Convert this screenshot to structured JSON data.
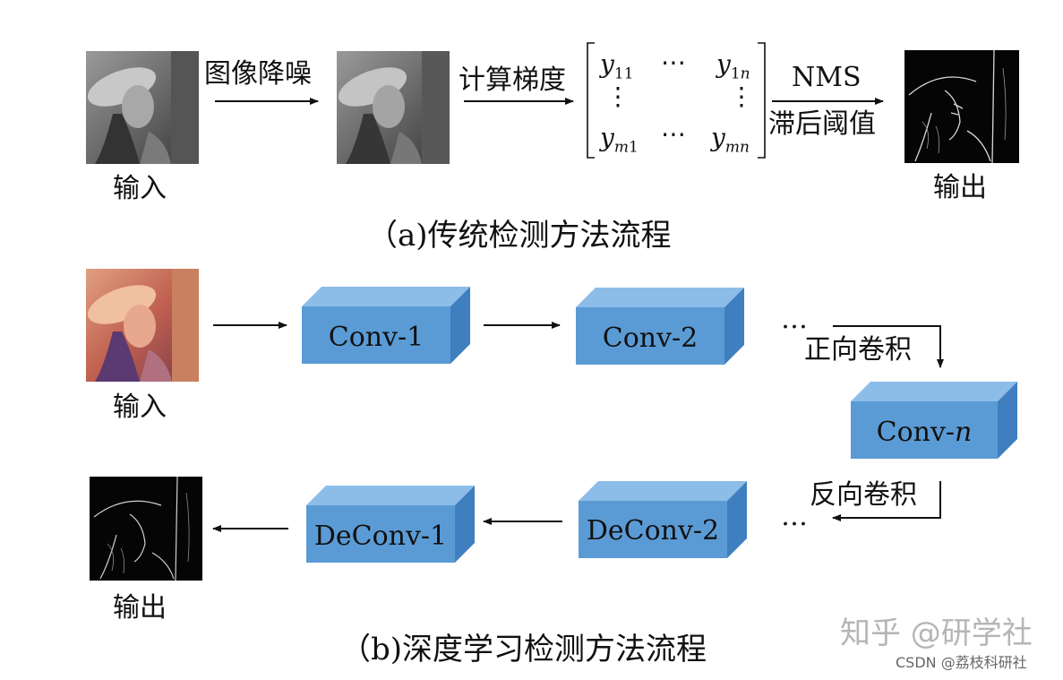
{
  "part_a": {
    "step_denoise": "图像降噪",
    "step_gradient": "计算梯度",
    "step_nms": "NMS",
    "step_threshold": "滞后阈值",
    "input_label": "输入",
    "output_label": "输出",
    "caption": "（a)传统检测方法流程",
    "matrix": {
      "y": "y",
      "sub_11": "11",
      "sub_1n_prefix": "1",
      "sub_1n_suffix": "n",
      "sub_m1_prefix": "m",
      "sub_m1_suffix": "1",
      "sub_mn": "mn",
      "hdots": "⋯",
      "vdots": "⋮"
    }
  },
  "part_b": {
    "input_label": "输入",
    "output_label": "输出",
    "forward_label": "正向卷积",
    "backward_label": "反向卷积",
    "ellipsis": "…",
    "conv1": "Conv-1",
    "conv2": "Conv-2",
    "convn_prefix": "Conv-",
    "convn_suffix": "n",
    "deconv1": "DeConv-1",
    "deconv2": "DeConv-2",
    "caption": "（b)深度学习检测方法流程"
  },
  "watermarks": {
    "zhihu": "知乎 @研学社",
    "csdn": "CSDN @荔枝科研社"
  },
  "colors": {
    "box_front": "#5b9bd5",
    "box_top": "#8cbde9",
    "box_side": "#3f7fbf"
  }
}
